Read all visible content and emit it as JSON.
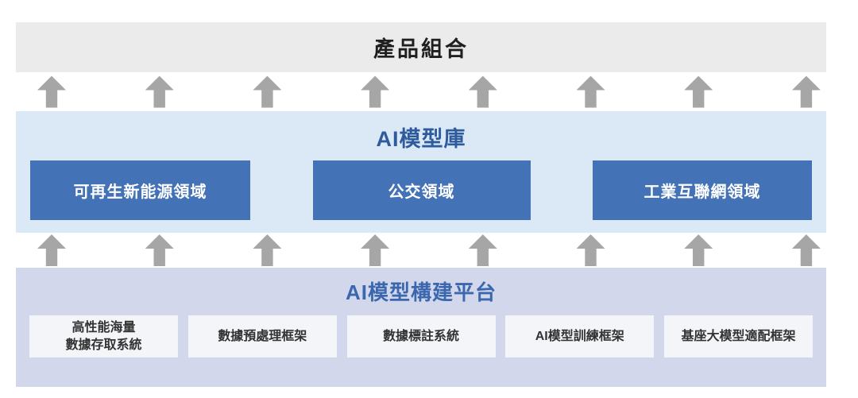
{
  "top_band": {
    "title": "產品組合"
  },
  "arrows": {
    "direction": "up",
    "per_row": 8,
    "rows": 2,
    "color": "#a6a6a6"
  },
  "model_library": {
    "title": "AI模型庫",
    "domains": [
      {
        "label": "可再生新能源領域"
      },
      {
        "label": "公交領域"
      },
      {
        "label": "工業互聯網領域"
      }
    ]
  },
  "platform": {
    "title": "AI模型構建平台",
    "components": [
      {
        "label": "高性能海量\n數據存取系統"
      },
      {
        "label": "數據預處理框架"
      },
      {
        "label": "數據標註系統"
      },
      {
        "label": "AI模型訓練框架"
      },
      {
        "label": "基座大模型適配框架"
      }
    ]
  },
  "colors": {
    "top_band_bg": "#ebebeb",
    "arrow": "#a6a6a6",
    "library_band_bg": "#dbe9f6",
    "library_title": "#2e5b9c",
    "domain_box_bg": "#4472b6",
    "domain_box_text": "#ffffff",
    "platform_band_bg": "#d2d7eb",
    "platform_title": "#3a67ae",
    "component_box_bg": "#f3f5f9",
    "component_box_text": "#333333"
  }
}
